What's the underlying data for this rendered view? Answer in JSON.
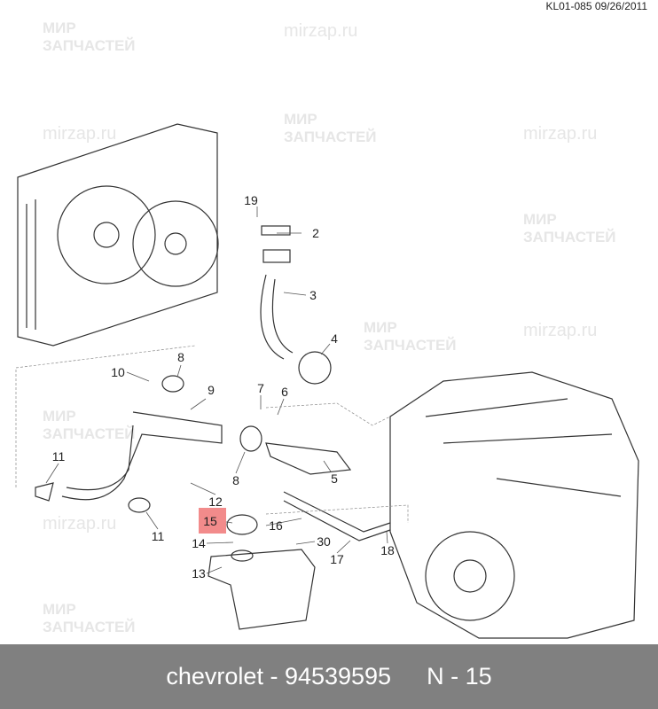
{
  "reference": "KL01-085 09/26/2011",
  "watermark": {
    "line1": "МИР",
    "line2": "ЗАПЧАСТЕЙ",
    "site": "mirzap.ru"
  },
  "callouts": [
    "19",
    "2",
    "3",
    "4",
    "8",
    "10",
    "9",
    "7",
    "6",
    "11",
    "8",
    "5",
    "12",
    "11",
    "15",
    "16",
    "30",
    "17",
    "18",
    "14",
    "13"
  ],
  "highlighted_callout": "15",
  "highlight_color": "#f28b8b",
  "footer": {
    "part": "chevrolet - 94539595",
    "position": "N - 15"
  }
}
